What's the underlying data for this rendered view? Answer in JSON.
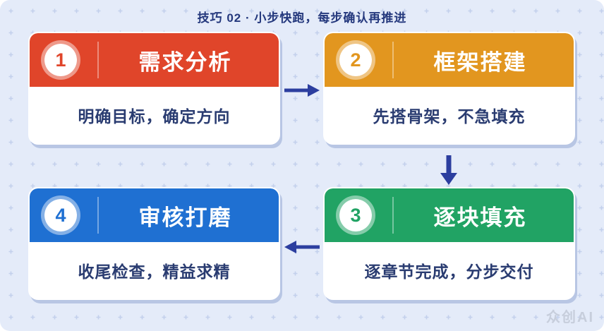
{
  "page": {
    "title": "技巧 02 · 小步快跑，每步确认再推进",
    "watermark": "众创AI"
  },
  "colors": {
    "canvas_bg": "#E4EBF9",
    "pattern": "#C3D0EC",
    "title_text": "#24387D",
    "desc_text": "#2A3C71",
    "arrow": "#2C3E9F",
    "watermark": "#C7CEDC"
  },
  "steps": [
    {
      "number": "1",
      "title": "需求分析",
      "desc": "明确目标，确定方向",
      "color": "#E0452A"
    },
    {
      "number": "2",
      "title": "框架搭建",
      "desc": "先搭骨架，不急填充",
      "color": "#E2961F"
    },
    {
      "number": "3",
      "title": "逐块填充",
      "desc": "逐章节完成，分步交付",
      "color": "#21A364"
    },
    {
      "number": "4",
      "title": "审核打磨",
      "desc": "收尾检查，精益求精",
      "color": "#1F70D2"
    }
  ],
  "flow": {
    "arrows": [
      {
        "from": "1",
        "to": "2",
        "direction": "right"
      },
      {
        "from": "2",
        "to": "3",
        "direction": "down"
      },
      {
        "from": "3",
        "to": "4",
        "direction": "left"
      }
    ]
  }
}
